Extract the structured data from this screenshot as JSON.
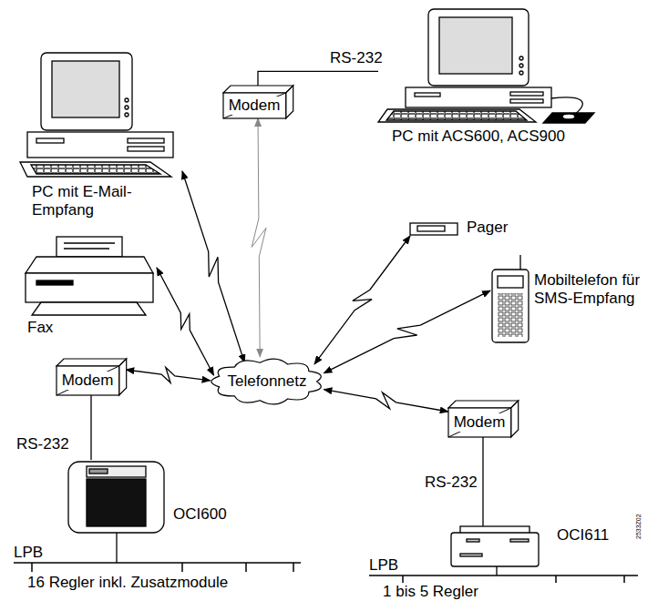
{
  "diagram": {
    "nodes": [
      {
        "text": [
          "PC mit E-Mail-Empfang"
        ]
      },
      {
        "text": [
          "Modem"
        ]
      },
      {
        "text": [
          "PC mit ACS600, ACS900"
        ]
      },
      {
        "text": [
          "Pager"
        ]
      },
      {
        "text": [
          "Fax"
        ]
      },
      {
        "text": [
          "Mobiltelefon für SMS-Empfang"
        ]
      },
      {
        "text": [
          "Telefonnetz"
        ]
      },
      {
        "text": [
          "Modem"
        ]
      },
      {
        "text": [
          "Modem"
        ]
      },
      {
        "text": [
          "OCI600"
        ]
      },
      {
        "text": [
          "OCI611"
        ]
      }
    ],
    "edges": [
      {
        "from": 0,
        "to": 6,
        "arrow": "both"
      },
      {
        "from": 1,
        "to": 6,
        "arrow": "both"
      },
      {
        "from": 1,
        "to": 2,
        "label": "RS-232",
        "arrow": "none"
      },
      {
        "from": 3,
        "to": 6,
        "arrow": "both"
      },
      {
        "from": 4,
        "to": 6,
        "arrow": "both"
      },
      {
        "from": 5,
        "to": 6,
        "arrow": "both"
      },
      {
        "from": 7,
        "to": 6,
        "arrow": "both"
      },
      {
        "from": 8,
        "to": 6,
        "arrow": "both"
      },
      {
        "from": 7,
        "to": 9,
        "label": "RS-232",
        "arrow": "none"
      },
      {
        "from": 8,
        "to": 10,
        "label": "RS-232",
        "arrow": "none"
      }
    ],
    "labels": [
      "LPB",
      "16 Regler inkl. Zusatzmodule",
      "LPB",
      "1 bis 5 Regler",
      "2533Z02"
    ]
  }
}
